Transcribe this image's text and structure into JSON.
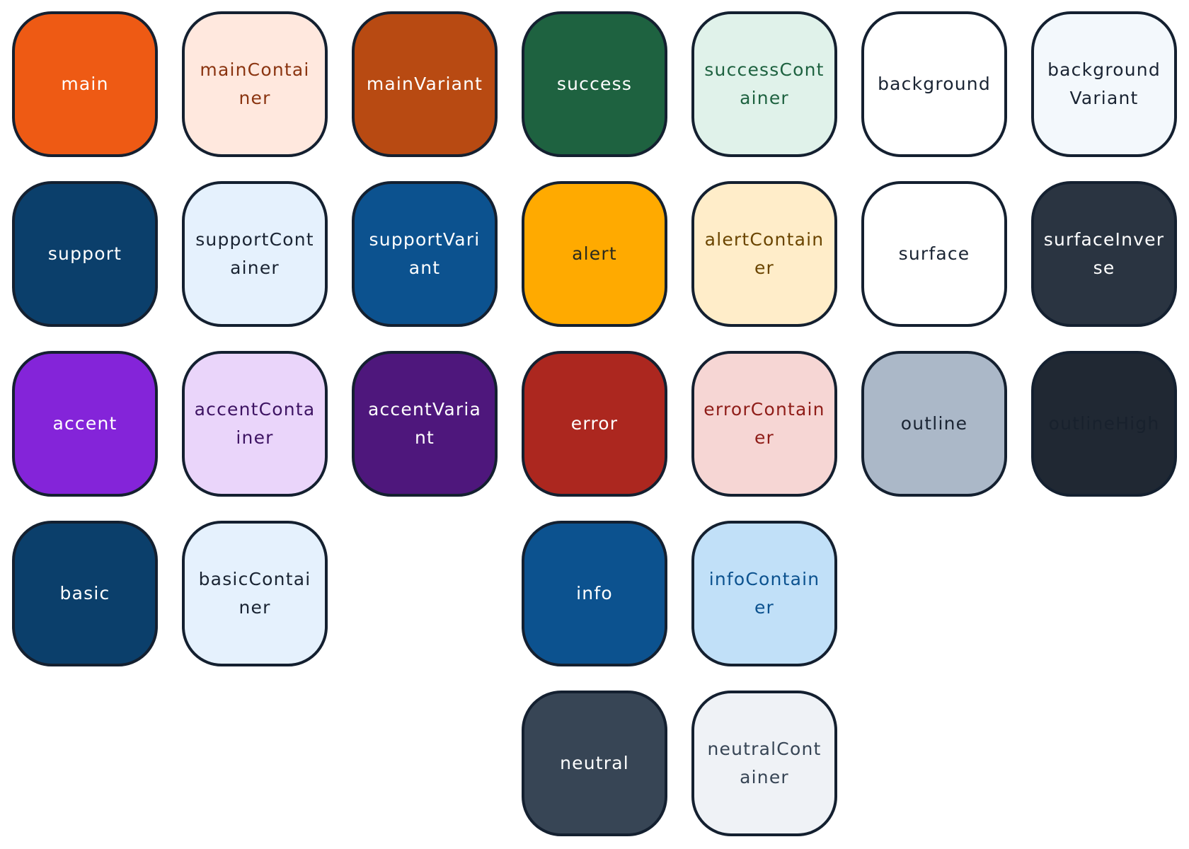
{
  "rows": [
    [
      {
        "label": "main",
        "bg": "#EE5A14",
        "fg": "#FFFFFF"
      },
      {
        "label": "mainContainer",
        "bg": "#FFE8DE",
        "fg": "#8A3410"
      },
      {
        "label": "mainVariant",
        "bg": "#B84A12",
        "fg": "#FFFFFF"
      },
      {
        "label": "success",
        "bg": "#1E6240",
        "fg": "#FFFFFF"
      },
      {
        "label": "successContainer",
        "bg": "#E0F2EA",
        "fg": "#1E6240"
      },
      {
        "label": "background",
        "bg": "#FFFFFF",
        "fg": "#1A2433"
      },
      {
        "label": "backgroundVariant",
        "bg": "#F3F8FC",
        "fg": "#1A2433"
      }
    ],
    [
      {
        "label": "support",
        "bg": "#0B3F6B",
        "fg": "#FFFFFF"
      },
      {
        "label": "supportContainer",
        "bg": "#E5F1FD",
        "fg": "#1A2433"
      },
      {
        "label": "supportVariant",
        "bg": "#0C528F",
        "fg": "#FFFFFF"
      },
      {
        "label": "alert",
        "bg": "#FFAA00",
        "fg": "#2A2A1E"
      },
      {
        "label": "alertContainer",
        "bg": "#FFEDC9",
        "fg": "#6B4500"
      },
      {
        "label": "surface",
        "bg": "#FFFFFF",
        "fg": "#1A2433"
      },
      {
        "label": "surfaceInverse",
        "bg": "#2A3441",
        "fg": "#FFFFFF"
      }
    ],
    [
      {
        "label": "accent",
        "bg": "#8424D9",
        "fg": "#FFFFFF"
      },
      {
        "label": "accentContainer",
        "bg": "#EAD5FA",
        "fg": "#3E1463"
      },
      {
        "label": "accentVariant",
        "bg": "#4E177C",
        "fg": "#FFFFFF"
      },
      {
        "label": "error",
        "bg": "#AC271F",
        "fg": "#FFFFFF"
      },
      {
        "label": "errorContainer",
        "bg": "#F6D6D4",
        "fg": "#8F1D18"
      },
      {
        "label": "outline",
        "bg": "#ABB8C8",
        "fg": "#1A2433"
      },
      {
        "label": "outlineHigh",
        "bg": "#202833",
        "fg": "#18212D"
      }
    ],
    [
      {
        "label": "basic",
        "bg": "#0B3F6B",
        "fg": "#FFFFFF"
      },
      {
        "label": "basicContainer",
        "bg": "#E5F1FD",
        "fg": "#1A2433"
      },
      null,
      {
        "label": "info",
        "bg": "#0C528F",
        "fg": "#FFFFFF"
      },
      {
        "label": "infoContainer",
        "bg": "#C1E0F8",
        "fg": "#0C528F"
      },
      null,
      null
    ],
    [
      null,
      null,
      null,
      {
        "label": "neutral",
        "bg": "#374555",
        "fg": "#FFFFFF"
      },
      {
        "label": "neutralContainer",
        "bg": "#EFF2F6",
        "fg": "#374555"
      },
      null,
      null
    ]
  ]
}
